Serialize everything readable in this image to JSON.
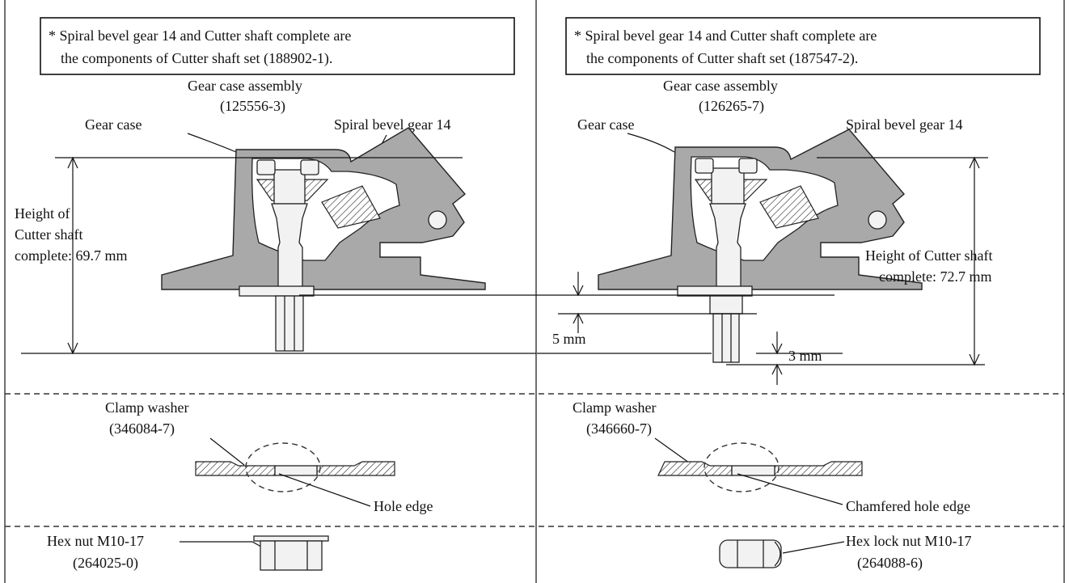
{
  "left": {
    "note_line1": "* Spiral bevel gear 14 and Cutter shaft complete are",
    "note_line2": "the components of Cutter shaft set (188902-1).",
    "gear_case_assembly": "Gear case assembly",
    "gear_case_assembly_no": "(125556-3)",
    "gear_case": "Gear case",
    "spiral_bevel_gear": "Spiral bevel gear 14",
    "height_line1": "Height of",
    "height_line2": "Cutter shaft",
    "height_line3": "complete: 69.7 mm",
    "clamp_washer": "Clamp washer",
    "clamp_washer_no": "(346084-7)",
    "hole_edge": "Hole edge",
    "hex_nut": "Hex nut M10-17",
    "hex_nut_no": "(264025-0)"
  },
  "right": {
    "note_line1": "* Spiral bevel gear 14 and Cutter shaft complete are",
    "note_line2": "the components of Cutter shaft set (187547-2).",
    "gear_case_assembly": "Gear case assembly",
    "gear_case_assembly_no": "(126265-7)",
    "gear_case": "Gear case",
    "spiral_bevel_gear": "Spiral bevel gear 14",
    "height_line1": "Height of Cutter shaft",
    "height_line2": "complete: 72.7 mm",
    "dim_5mm": "5 mm",
    "dim_3mm": "3 mm",
    "clamp_washer": "Clamp washer",
    "clamp_washer_no": "(346660-7)",
    "hole_edge": "Chamfered hole edge",
    "hex_nut": "Hex lock nut M10-17",
    "hex_nut_no": "(264088-6)"
  }
}
